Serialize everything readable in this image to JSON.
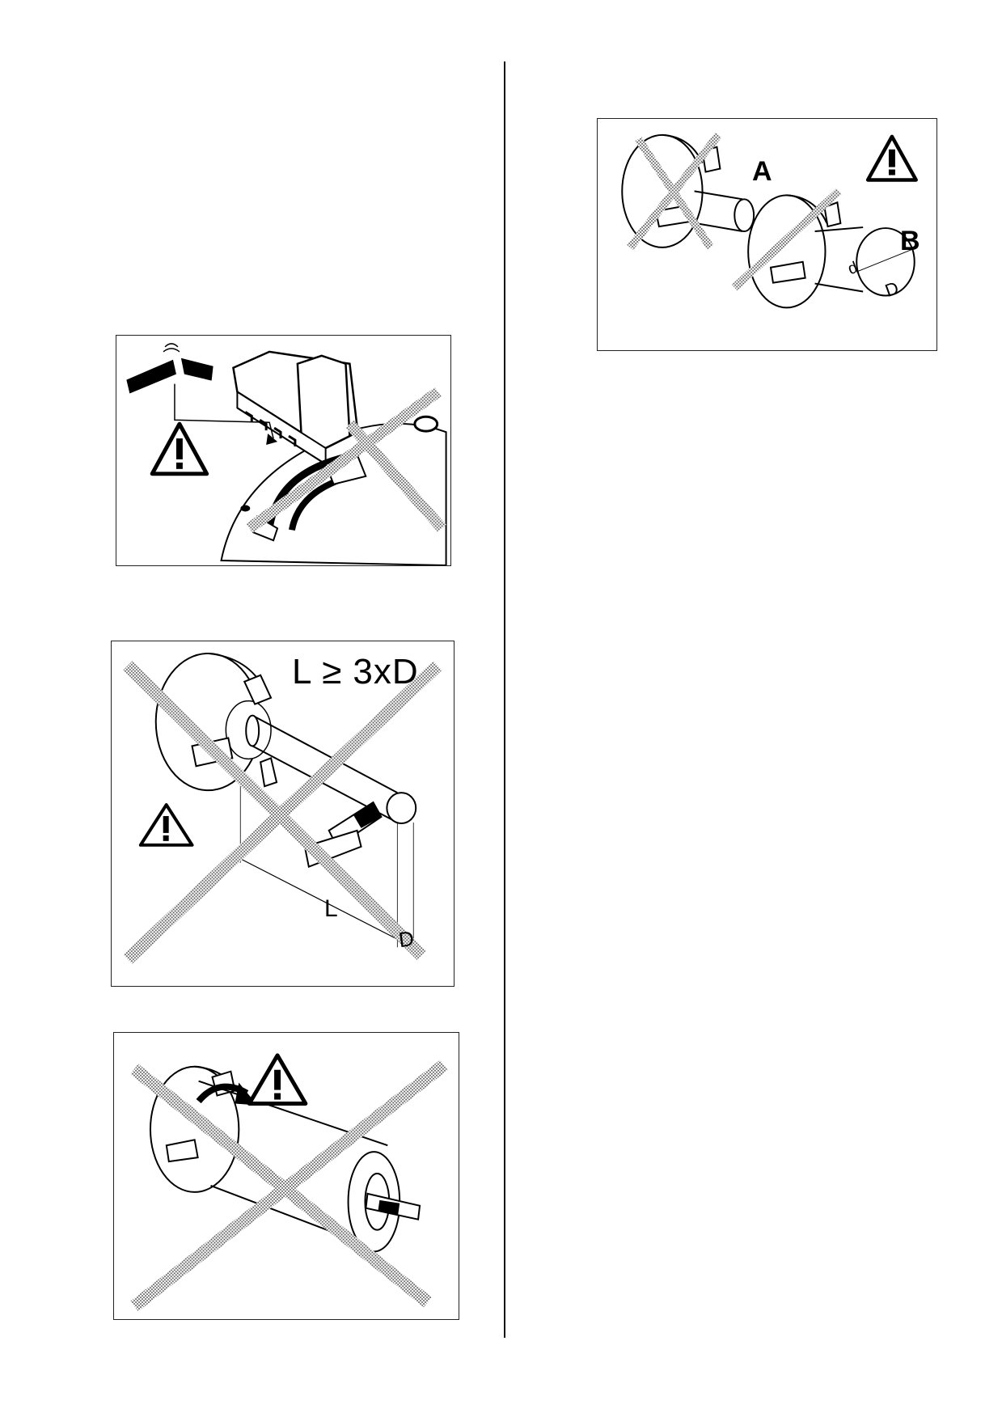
{
  "figures": {
    "chuck_jaw_warning": {
      "icons": [
        "warning-triangle-icon",
        "hammer-hands-icon"
      ]
    },
    "overhang_rule": {
      "formula": "L ≥ 3xD",
      "dim_length": "L",
      "dim_diameter": "D",
      "icons": [
        "warning-triangle-icon",
        "cross-out-icon"
      ]
    },
    "large_workpiece_boring": {
      "icons": [
        "warning-triangle-icon",
        "rotation-arrow-icon",
        "cross-out-icon"
      ]
    },
    "clamping_comparison": {
      "label_a": "A",
      "label_b": "B",
      "dim_small": "d",
      "dim_large": "D",
      "icons": [
        "warning-triangle-icon",
        "cross-out-icon"
      ]
    }
  },
  "colors": {
    "ink": "#000000",
    "hatch": "#8a8a8a",
    "background": "#ffffff"
  }
}
